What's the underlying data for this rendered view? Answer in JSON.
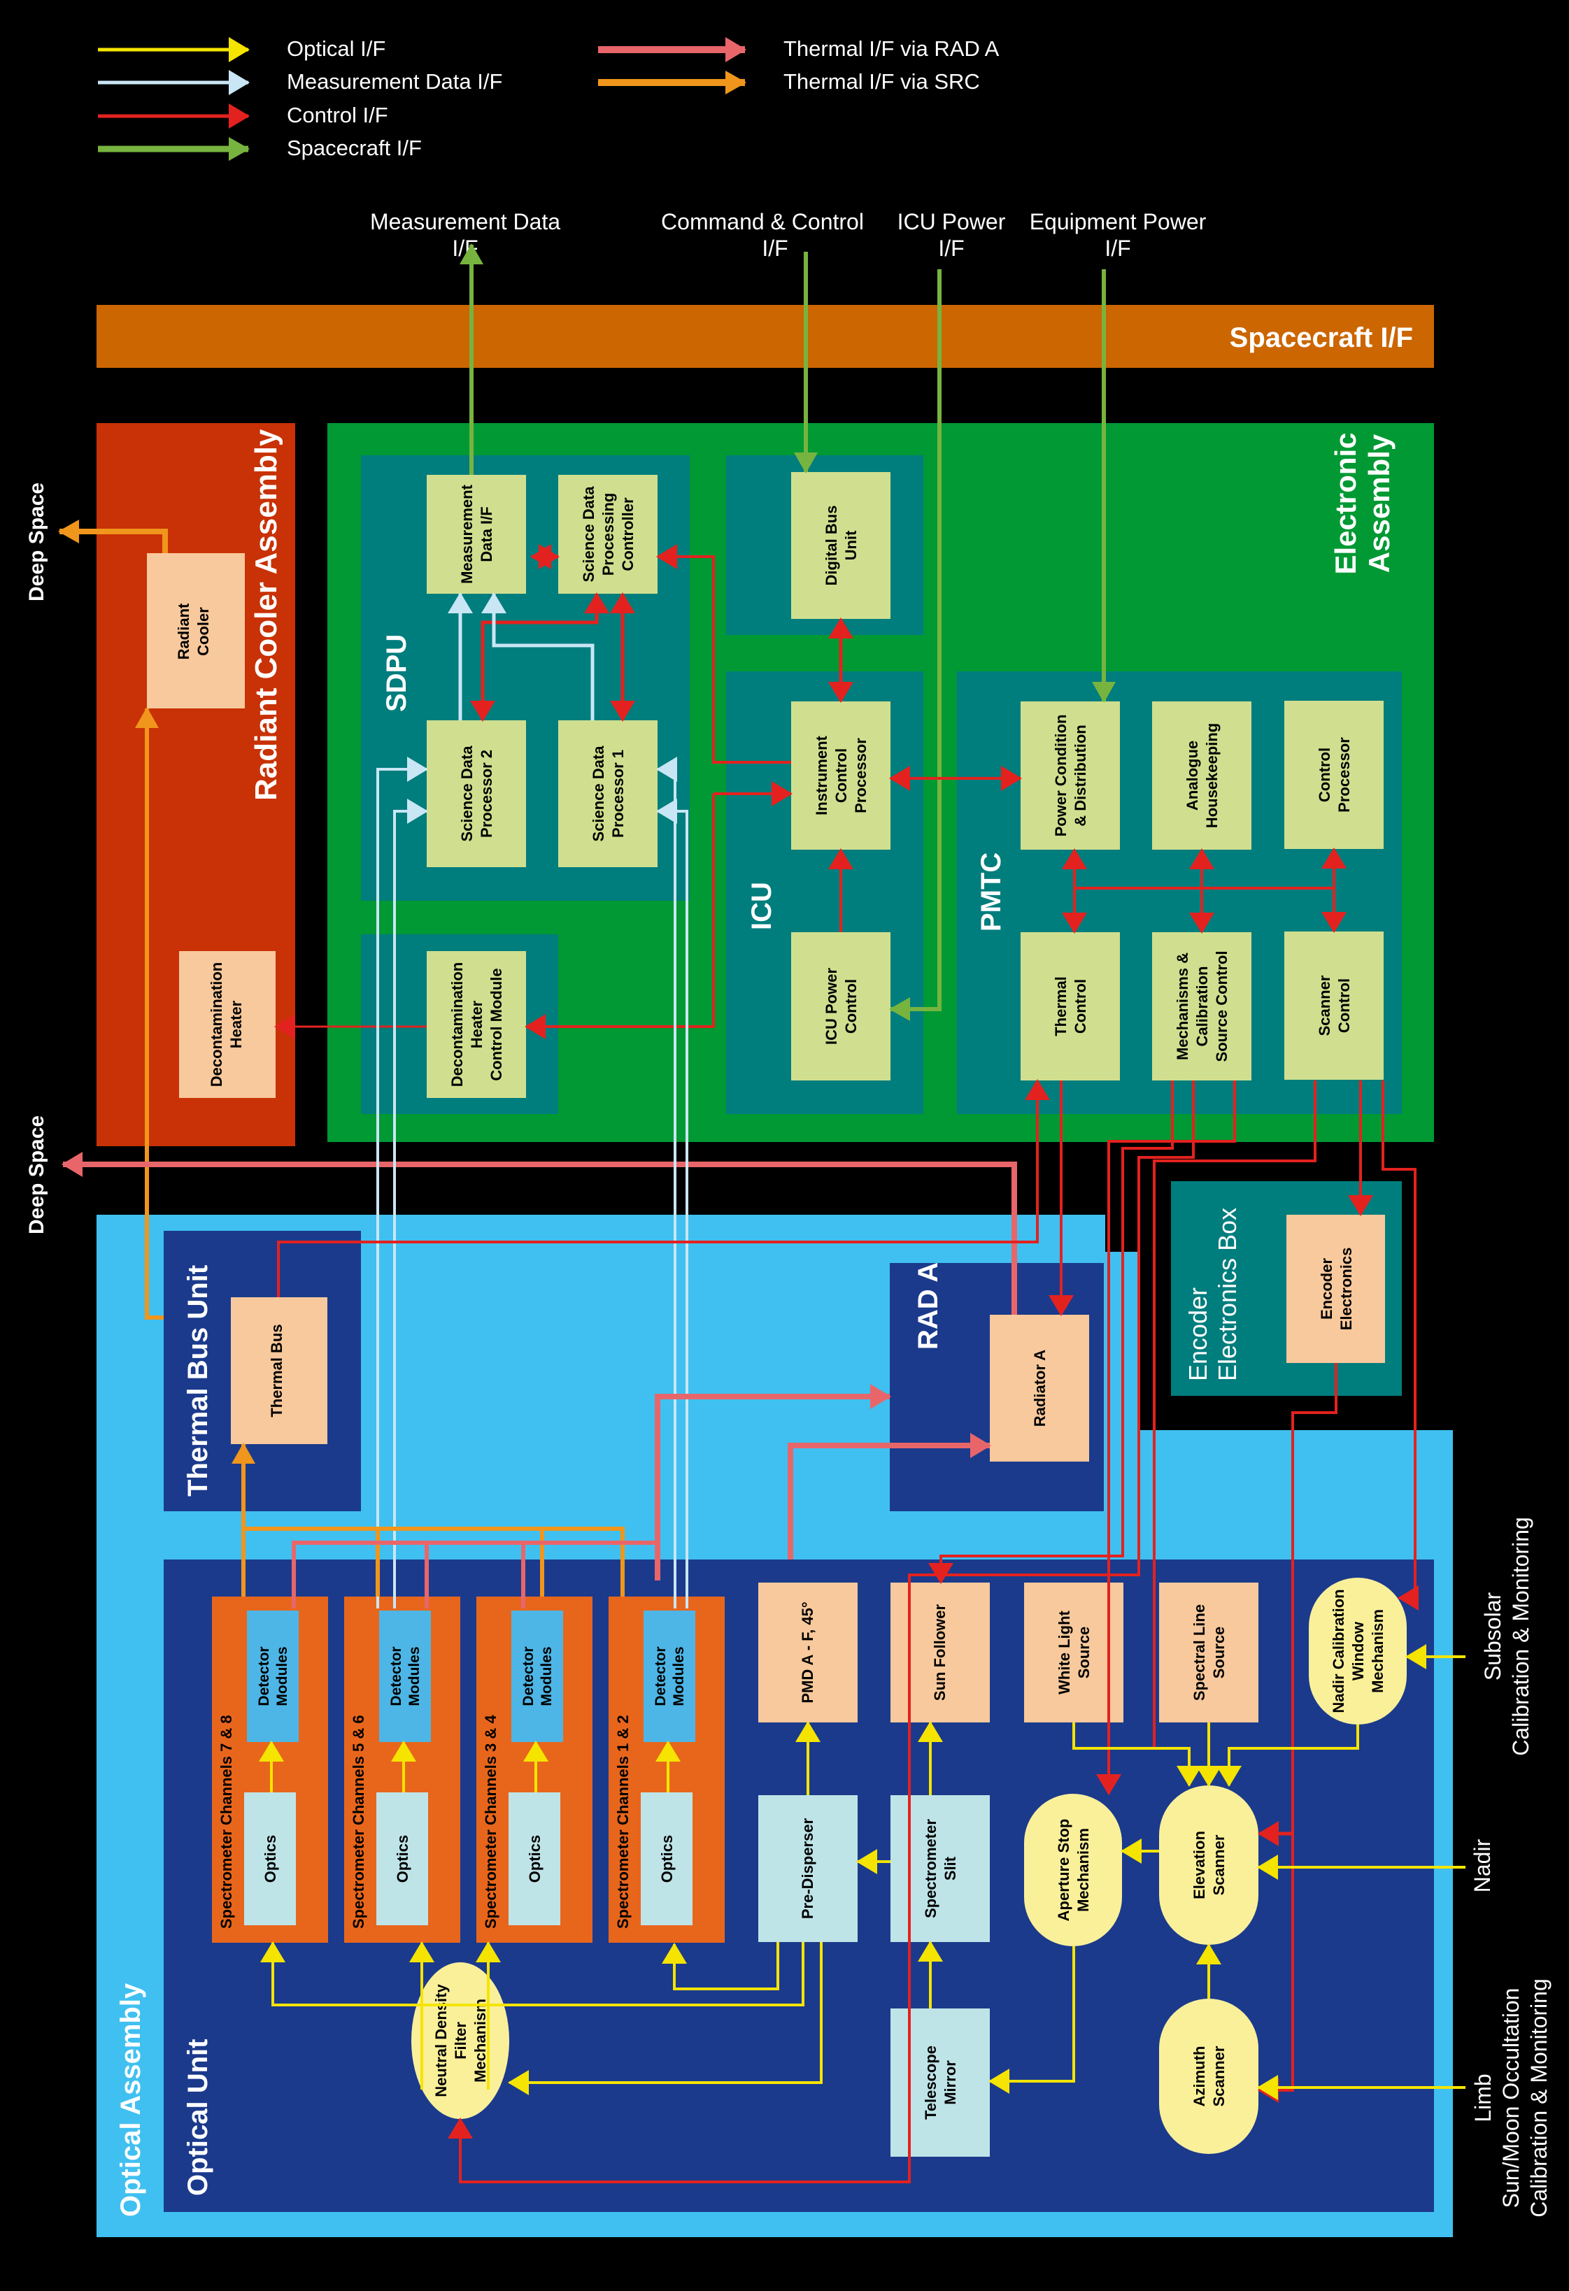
{
  "legend": [
    {
      "label": "Optical I/F",
      "color": "#f5e400"
    },
    {
      "label": "Measurement Data I/F",
      "color": "#c9e6f5"
    },
    {
      "label": "Control I/F",
      "color": "#e3221f"
    },
    {
      "label": "Spacecraft I/F",
      "color": "#77b43f"
    },
    {
      "label": "Thermal I/F via RAD A",
      "color": "#e8666a"
    },
    {
      "label": "Thermal I/F via SRC",
      "color": "#f0961c"
    }
  ],
  "external_interfaces": {
    "measurement_data": [
      "Measurement Data",
      "I/F"
    ],
    "command_control": [
      "Command & Control",
      "I/F"
    ],
    "icu_power": [
      "ICU Power",
      "I/F"
    ],
    "equipment_power": [
      "Equipment Power",
      "I/F"
    ]
  },
  "spacecraft_bar": "Spacecraft I/F",
  "deep_space_1": "Deep Space",
  "deep_space_2": "Deep Space",
  "radiant_cooler_assembly": {
    "title": "Radiant Cooler Assembly",
    "radiant_cooler": [
      "Radiant",
      "Cooler"
    ],
    "decon_heater": [
      "Decontamination",
      "Heater"
    ]
  },
  "electronic_assembly": {
    "title": [
      "Electronic",
      "Assembly"
    ],
    "sdpu": {
      "title": "SDPU",
      "measurement_data_if": [
        "Measurement",
        "Data I/F"
      ],
      "sdp_controller": [
        "Science Data",
        "Processing",
        "Controller"
      ],
      "sdp2": [
        "Science Data",
        "Processor 2"
      ],
      "sdp1": [
        "Science Data",
        "Processor 1"
      ]
    },
    "decon_module": [
      "Decontamination",
      "Heater",
      "Control Module"
    ],
    "digital_bus_unit": [
      "Digital Bus",
      "Unit"
    ],
    "icu": {
      "title": "ICU",
      "icp": [
        "Instrument",
        "Control",
        "Processor"
      ],
      "icu_power_control": [
        "ICU Power",
        "Control"
      ]
    },
    "pmtc": {
      "title": "PMTC",
      "power_condition": [
        "Power Condition",
        "& Distribution"
      ],
      "analogue_hk": [
        "Analogue",
        "Housekeeping"
      ],
      "control_processor": [
        "Control",
        "Processor"
      ],
      "thermal_control": [
        "Thermal",
        "Control"
      ],
      "mech_cal_control": [
        "Mechanisms &",
        "Calibration",
        "Source Control"
      ],
      "scanner_control": [
        "Scanner",
        "Control"
      ]
    }
  },
  "encoder_box": {
    "title": [
      "Encoder",
      "Electronics Box"
    ],
    "encoder_electronics": [
      "Encoder",
      "Electronics"
    ]
  },
  "optical_assembly": {
    "title": "Optical Assembly",
    "thermal_bus_unit": {
      "title": "Thermal Bus Unit",
      "thermal_bus": "Thermal Bus"
    },
    "rad_a": {
      "title": "RAD A",
      "radiator": "Radiator A"
    },
    "optical_unit": {
      "title": "Optical Unit",
      "channels": [
        {
          "title": "Spectrometer Channels 7 & 8",
          "detector": [
            "Detector",
            "Modules"
          ],
          "optics": "Optics"
        },
        {
          "title": "Spectrometer Channels 5 & 6",
          "detector": [
            "Detector",
            "Modules"
          ],
          "optics": "Optics"
        },
        {
          "title": "Spectrometer Channels 3 & 4",
          "detector": [
            "Detector",
            "Modules"
          ],
          "optics": "Optics"
        },
        {
          "title": "Spectrometer Channels 1 & 2",
          "detector": [
            "Detector",
            "Modules"
          ],
          "optics": "Optics"
        }
      ],
      "pmd": "PMD A - F, 45°",
      "sun_follower": "Sun Follower",
      "white_light": [
        "White Light",
        "Source"
      ],
      "spectral_line": [
        "Spectral Line",
        "Source"
      ],
      "nadir_cal_window": [
        "Nadir Calibration",
        "Window",
        "Mechanism"
      ],
      "pre_disperser": "Pre-Disperser",
      "spectrometer_slit": [
        "Spectrometer",
        "Slit"
      ],
      "aperture_stop": [
        "Aperture Stop",
        "Mechanism"
      ],
      "elevation_scanner": [
        "Elevation",
        "Scanner"
      ],
      "nd_filter": [
        "Neutral Density",
        "Filter",
        "Mechanism"
      ],
      "telescope_mirror": [
        "Telescope",
        "Mirror"
      ],
      "azimuth_scanner": [
        "Azimuth",
        "Scanner"
      ]
    }
  },
  "views": {
    "subsolar": [
      "Subsolar",
      "Calibration & Monitoring"
    ],
    "nadir": [
      "Nadir"
    ],
    "limb": [
      "Limb",
      "Sun/Moon Occultation",
      "Calibration & Monitoring"
    ]
  }
}
